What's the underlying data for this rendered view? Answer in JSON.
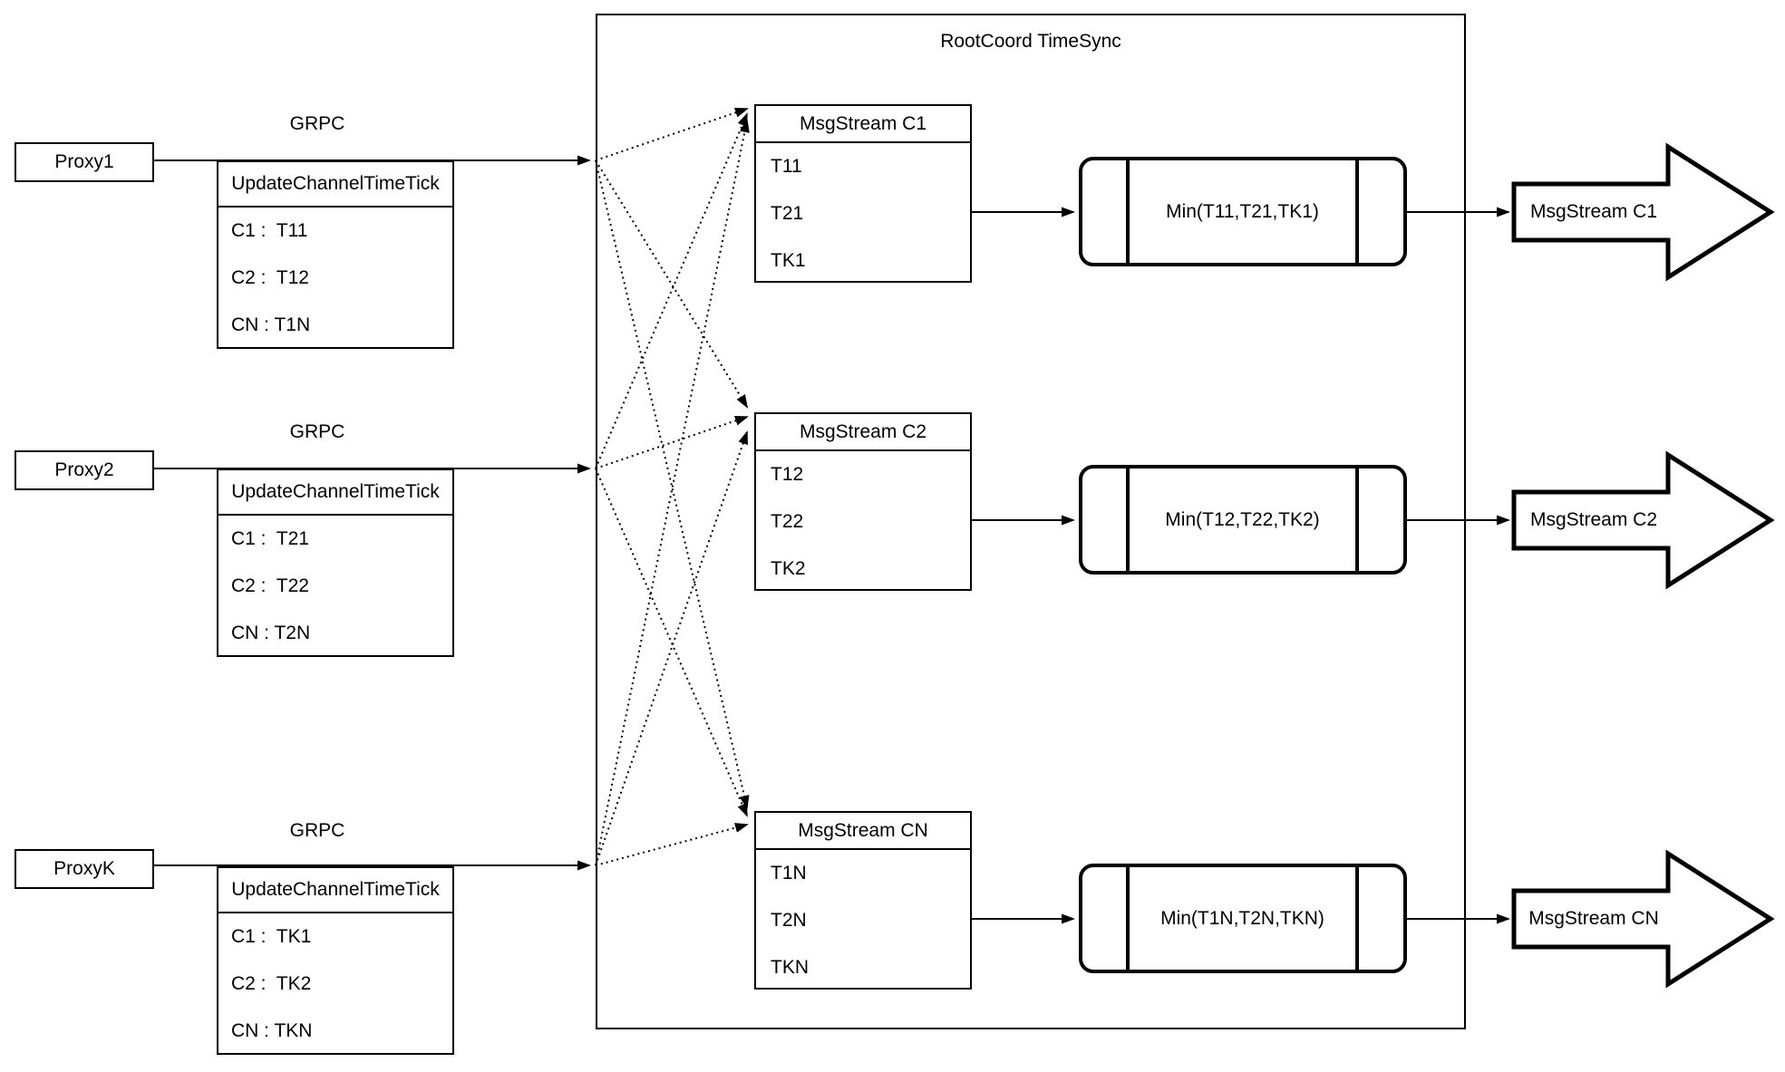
{
  "diagram": {
    "rootcoord_title": "RootCoord TimeSync",
    "colors": {
      "stroke": "#000000",
      "fill": "#ffffff"
    },
    "proxies": [
      {
        "label": "Proxy1",
        "grpc_label": "GRPC",
        "table": {
          "header": "UpdateChannelTimeTick",
          "rows": [
            "C1 :  T11",
            "C2 :  T12",
            "CN : T1N"
          ]
        }
      },
      {
        "label": "Proxy2",
        "grpc_label": "GRPC",
        "table": {
          "header": "UpdateChannelTimeTick",
          "rows": [
            "C1 :  T21",
            "C2 :  T22",
            "CN : T2N"
          ]
        }
      },
      {
        "label": "ProxyK",
        "grpc_label": "GRPC",
        "table": {
          "header": "UpdateChannelTimeTick",
          "rows": [
            "C1 :  TK1",
            "C2 :  TK2",
            "CN : TKN"
          ]
        }
      }
    ],
    "streams": [
      {
        "title": "MsgStream C1",
        "rows": [
          "T11",
          "T21",
          "TK1"
        ],
        "min_label": "Min(T11,T21,TK1)",
        "output_label": "MsgStream C1"
      },
      {
        "title": "MsgStream C2",
        "rows": [
          "T12",
          "T22",
          "TK2"
        ],
        "min_label": "Min(T12,T22,TK2)",
        "output_label": "MsgStream C2"
      },
      {
        "title": "MsgStream CN",
        "rows": [
          "T1N",
          "T2N",
          "TKN"
        ],
        "min_label": "Min(T1N,T2N,TKN)",
        "output_label": "MsgStream CN"
      }
    ]
  }
}
